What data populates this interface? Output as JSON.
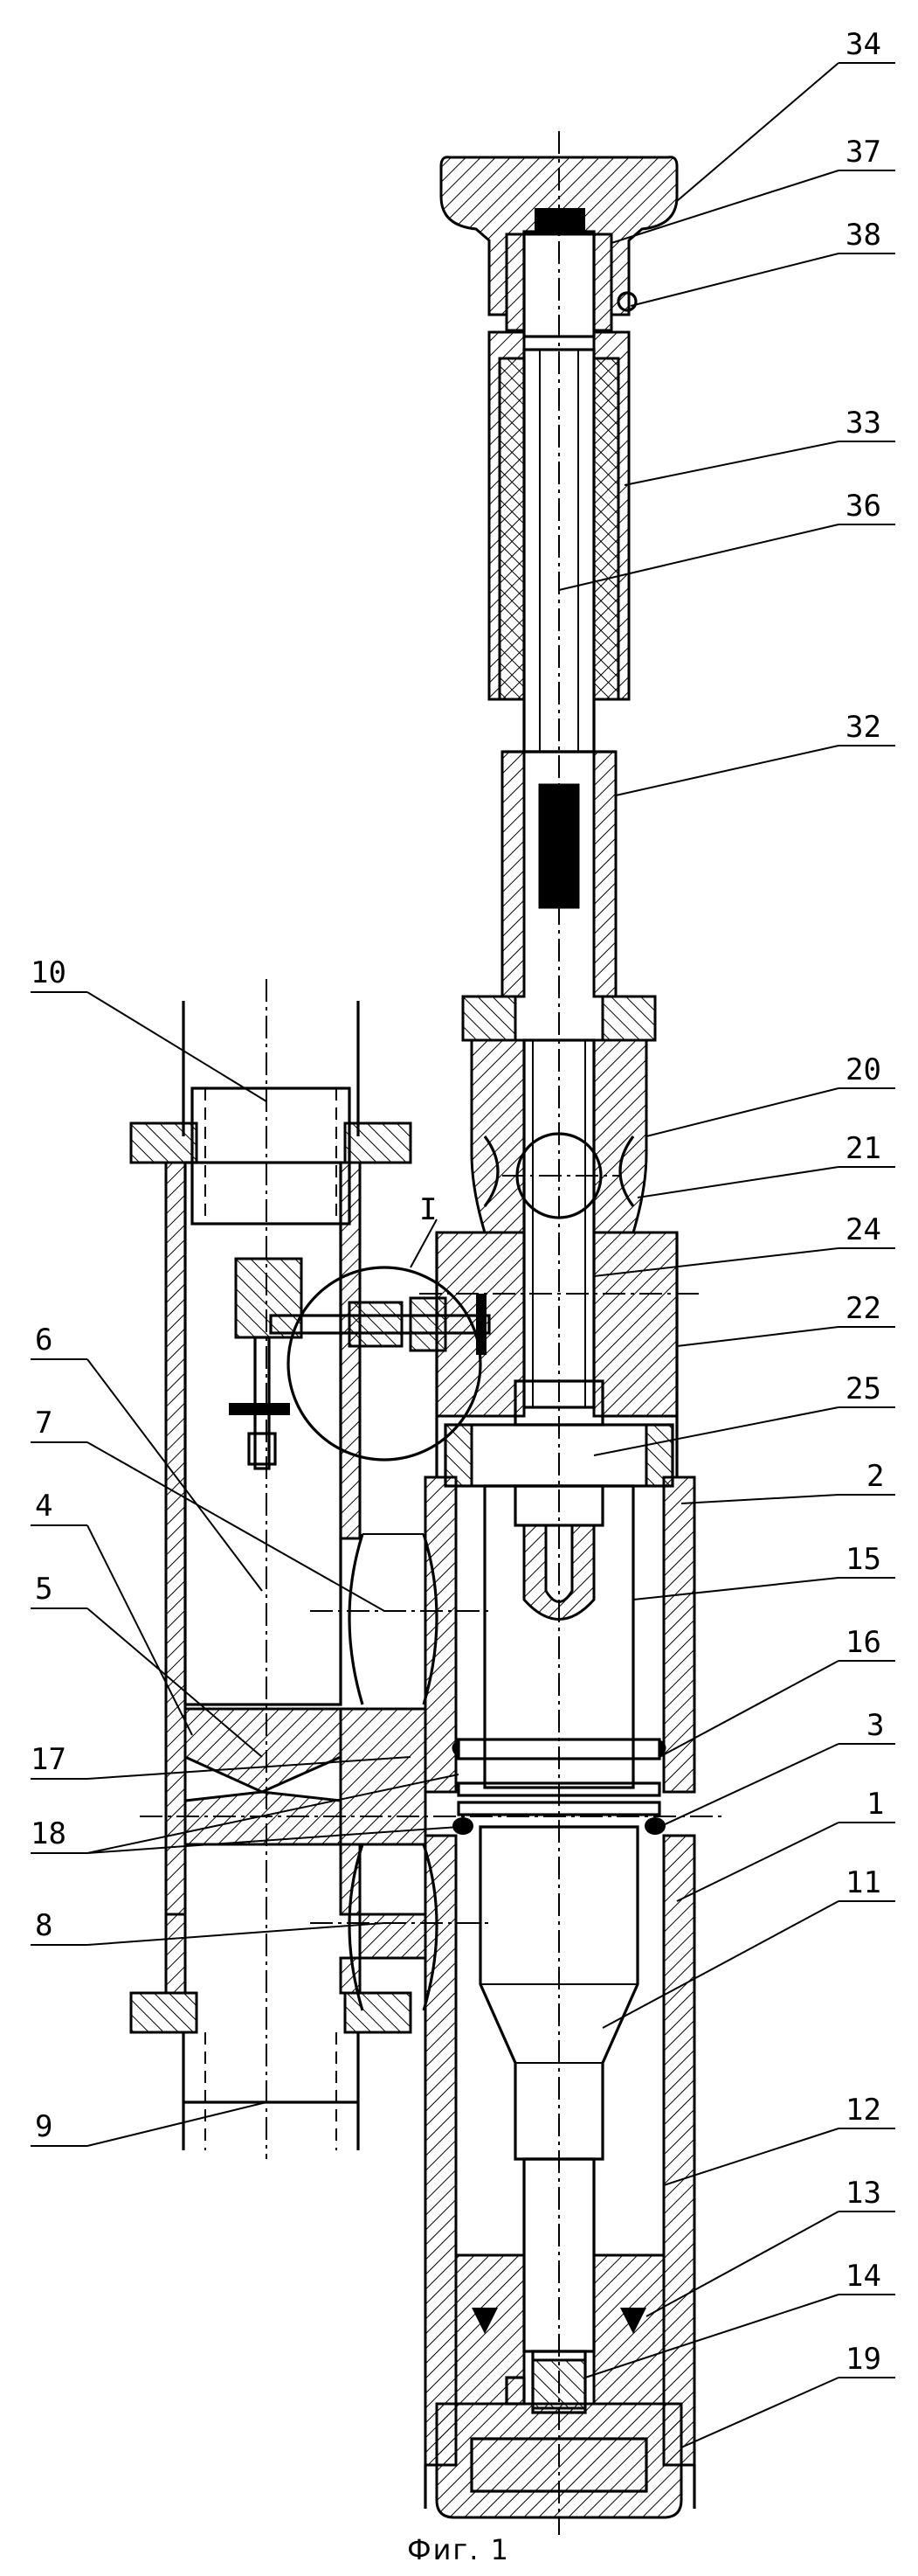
{
  "figure": {
    "caption": "Фиг. 1",
    "detail_marker": "I"
  },
  "callouts": [
    {
      "id": "c34",
      "text": "34"
    },
    {
      "id": "c37",
      "text": "37"
    },
    {
      "id": "c38",
      "text": "38"
    },
    {
      "id": "c33",
      "text": "33"
    },
    {
      "id": "c36",
      "text": "36"
    },
    {
      "id": "c32",
      "text": "32"
    },
    {
      "id": "c10",
      "text": "10"
    },
    {
      "id": "c20",
      "text": "20"
    },
    {
      "id": "c21",
      "text": "21"
    },
    {
      "id": "c24",
      "text": "24"
    },
    {
      "id": "c22",
      "text": "22"
    },
    {
      "id": "c25",
      "text": "25"
    },
    {
      "id": "c6",
      "text": "6"
    },
    {
      "id": "c2",
      "text": "2"
    },
    {
      "id": "c7",
      "text": "7"
    },
    {
      "id": "c15",
      "text": "15"
    },
    {
      "id": "c4",
      "text": "4"
    },
    {
      "id": "c16",
      "text": "16"
    },
    {
      "id": "c5",
      "text": "5"
    },
    {
      "id": "c3",
      "text": "3"
    },
    {
      "id": "c17",
      "text": "17"
    },
    {
      "id": "c1",
      "text": "1"
    },
    {
      "id": "c18",
      "text": "18"
    },
    {
      "id": "c11",
      "text": "11"
    },
    {
      "id": "c8",
      "text": "8"
    },
    {
      "id": "c12",
      "text": "12"
    },
    {
      "id": "c13",
      "text": "13"
    },
    {
      "id": "c9",
      "text": "9"
    },
    {
      "id": "c14",
      "text": "14"
    },
    {
      "id": "c19",
      "text": "19"
    }
  ]
}
